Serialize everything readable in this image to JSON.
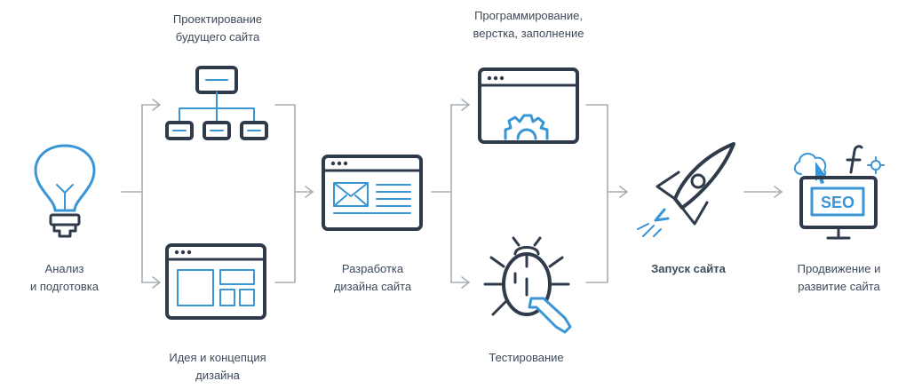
{
  "colors": {
    "dark": "#2f3b4a",
    "blue": "#3a95d5",
    "arrow": "#a7adb3",
    "text": "#3d4a5a"
  },
  "steps": {
    "analysis": {
      "line1": "Анализ",
      "line2": "и подготовка",
      "icon": "lightbulb-icon"
    },
    "planning": {
      "line1": "Проектирование",
      "line2": "будущего сайта",
      "icon": "sitemap-icon"
    },
    "concept": {
      "line1": "Идея и концепция",
      "line2": "дизайна",
      "icon": "layout-icon"
    },
    "design": {
      "line1": "Разработка",
      "line2": "дизайна сайта",
      "icon": "web-design-icon"
    },
    "programming": {
      "line1": "Программирование,",
      "line2": "верстка, заполнение",
      "icon": "browser-gear-icon"
    },
    "testing": {
      "line1": "Тестирование",
      "icon": "bug-wrench-icon"
    },
    "launch": {
      "line1": "Запуск сайта",
      "icon": "rocket-icon"
    },
    "promotion": {
      "line1": "Продвижение и",
      "line2": "развитие сайта",
      "icon": "seo-monitor-icon",
      "badge": "SEO"
    }
  }
}
